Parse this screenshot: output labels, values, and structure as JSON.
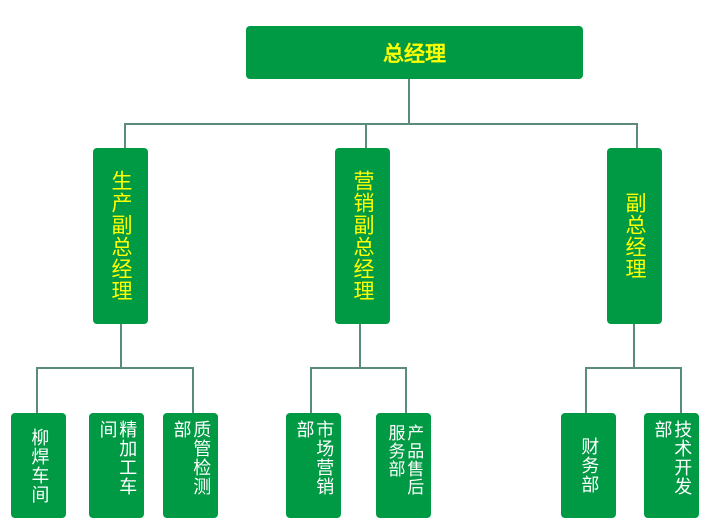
{
  "root": {
    "label": "总经理"
  },
  "level2": [
    {
      "label": "生产副总经理"
    },
    {
      "label": "营销副总经理"
    },
    {
      "label": "副总经理"
    }
  ],
  "level3": [
    {
      "label": "柳焊车间"
    },
    {
      "label": "精加工车间"
    },
    {
      "label": "质管检测部"
    },
    {
      "label": "市场营销部"
    },
    {
      "label": "产品售后服务部"
    },
    {
      "label": "财务部"
    },
    {
      "label": "技术开发部"
    }
  ],
  "colors": {
    "box": "#009a44",
    "root_text": "#ffff00",
    "leaf_text": "#ffffff",
    "line": "#5b8c7a"
  }
}
